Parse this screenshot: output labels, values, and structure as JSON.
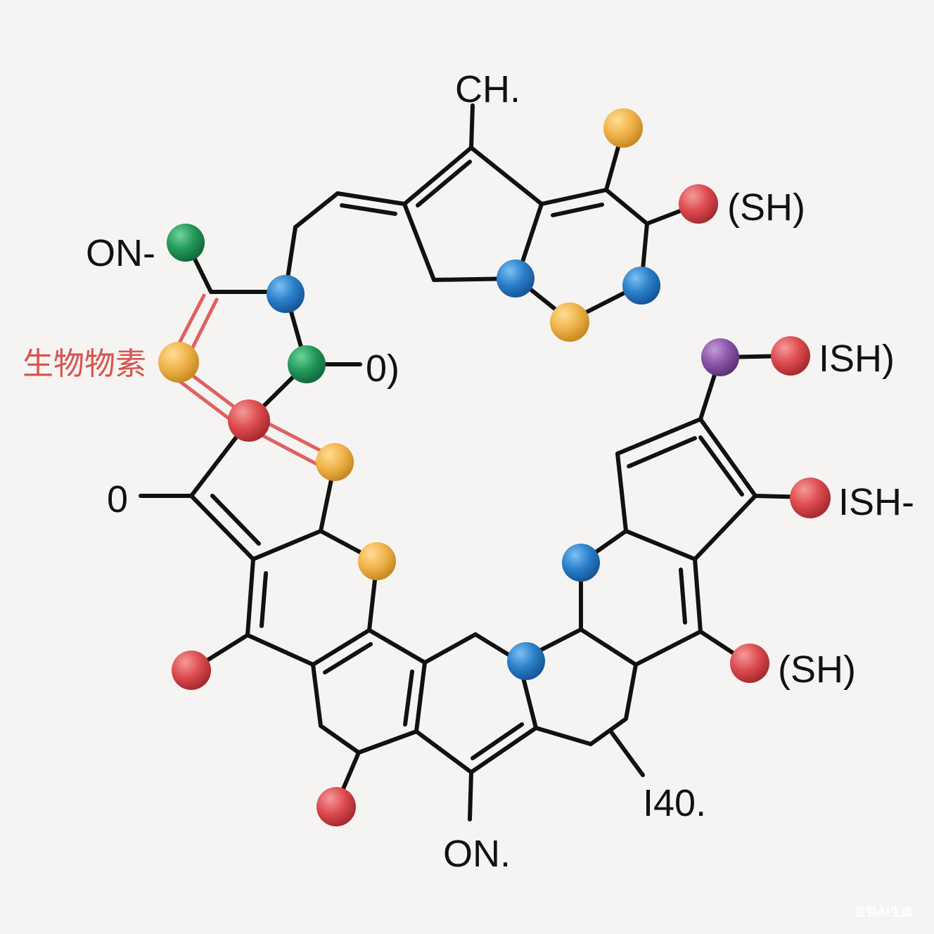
{
  "labels": {
    "ch": "CH.",
    "sh_top": "(SH)",
    "on_left": "ON-",
    "biotin": "生物物素",
    "zero_paren": "0)",
    "ish_top": "ISH)",
    "zero_left": "0",
    "ish_mid": "ISH-",
    "sh_bottom": "(SH)",
    "i40": "I40.",
    "on_bottom": "ON."
  },
  "watermark": "豆包AI生成",
  "colors": {
    "background": "#f5f4f2",
    "bond": "#111111",
    "highlight_bond": "#e06060",
    "atom_green": "#22995a",
    "atom_blue": "#2a7fc9",
    "atom_orange": "#f0b34a",
    "atom_red": "#dd4b4f",
    "atom_purple": "#8a55a8"
  }
}
